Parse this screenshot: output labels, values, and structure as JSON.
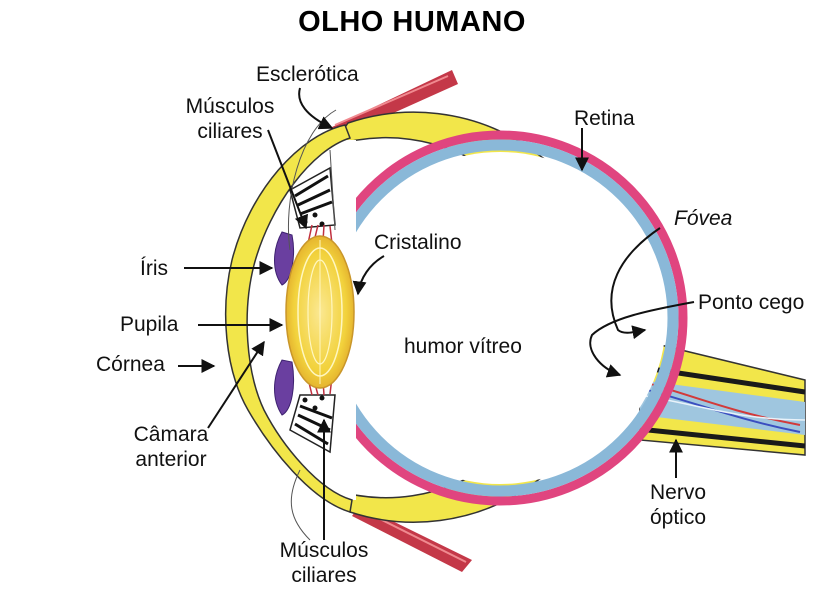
{
  "title": "OLHO HUMANO",
  "labels": {
    "esclerotica": "Esclerótica",
    "musculos_top_1": "Músculos",
    "musculos_top_2": "ciliares",
    "retina": "Retina",
    "fovea": "Fóvea",
    "cristalino": "Cristalino",
    "iris": "Íris",
    "ponto_cego": "Ponto cego",
    "pupila": "Pupila",
    "humor_vitreo": "humor vítreo",
    "cornea": "Córnea",
    "camara_1": "Câmara",
    "camara_2": "anterior",
    "nervo_1": "Nervo",
    "nervo_2": "óptico",
    "musculos_bot_1": "Músculos",
    "musculos_bot_2": "ciliares"
  },
  "colors": {
    "sclera": "#f2e64a",
    "choroid": "#e0457f",
    "retina": "#8ab8d8",
    "lens": "#f0d040",
    "iris": "#6a3fa0",
    "muscle": "#c03040",
    "nerve": "#222222"
  }
}
